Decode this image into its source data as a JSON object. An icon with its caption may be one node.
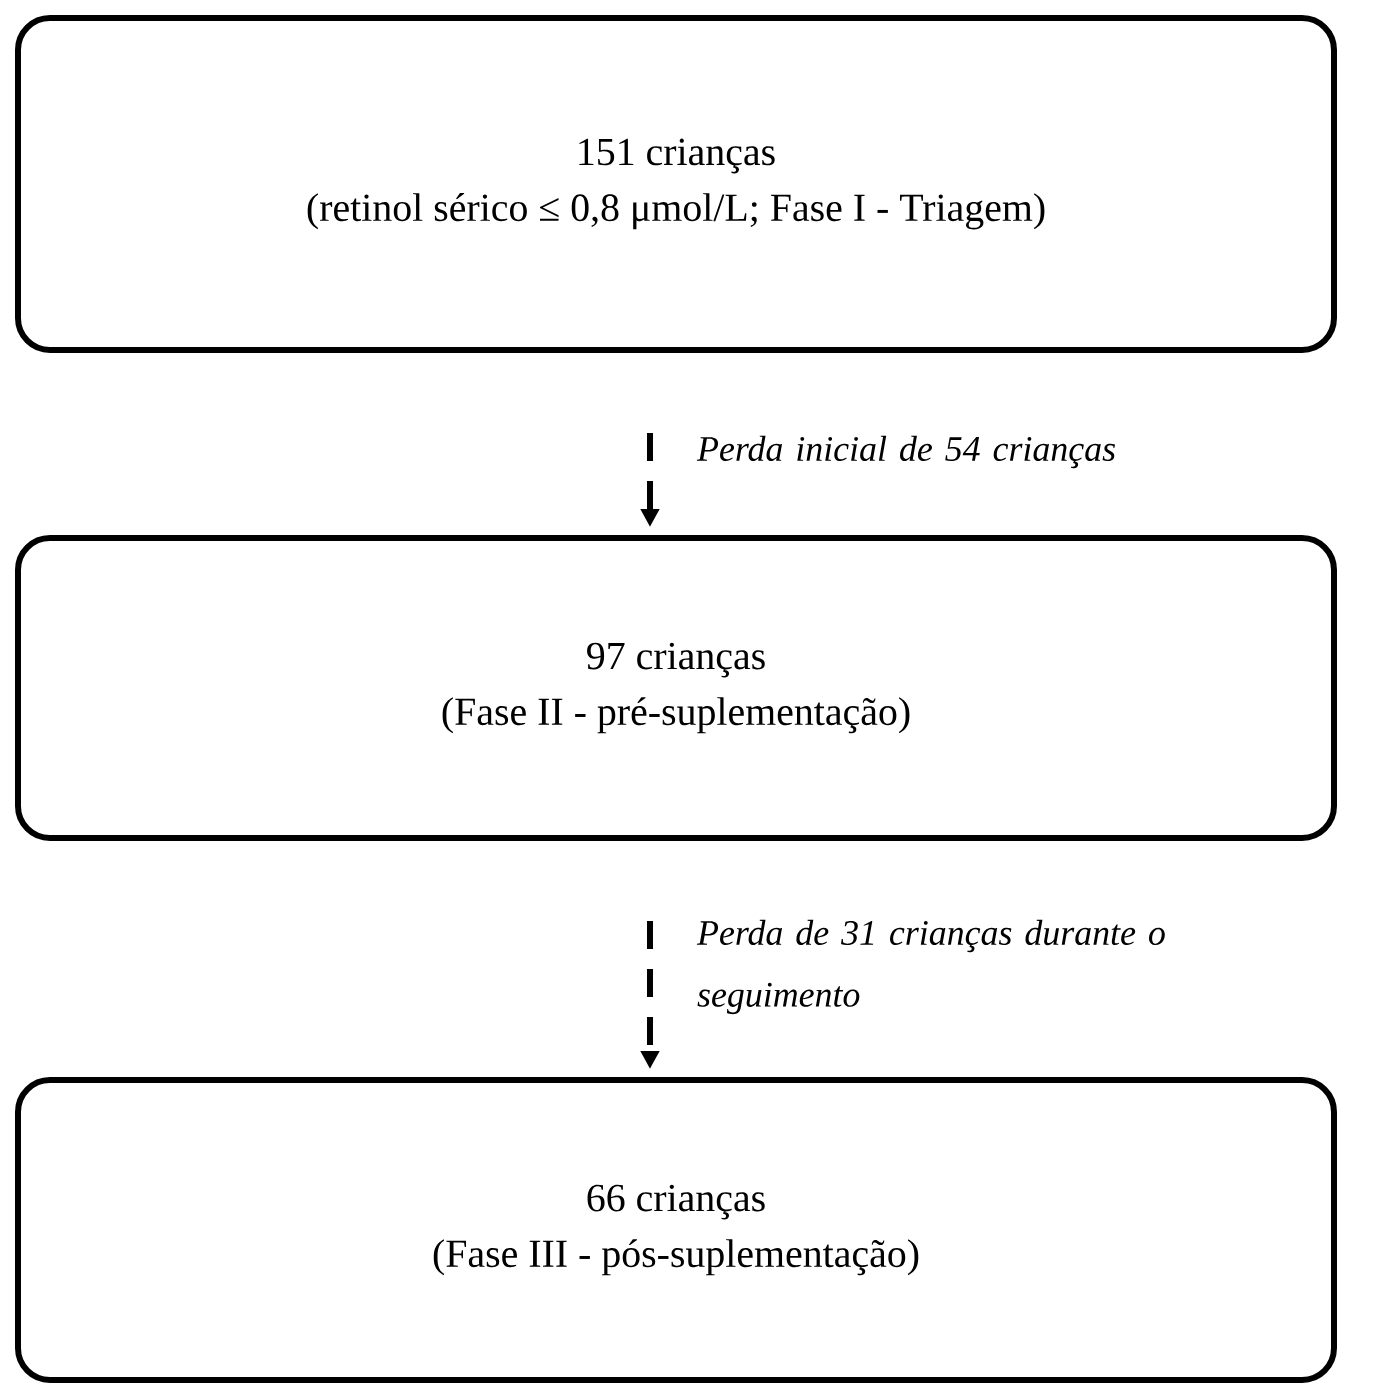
{
  "diagram": {
    "nodes": [
      {
        "text": [
          "151 crianças",
          "(retinol sérico ≤ 0,8 μmol/L; Fase I - Triagem)"
        ]
      },
      {
        "text": [
          "97 crianças",
          "(Fase II - pré-suplementação)"
        ]
      },
      {
        "text": [
          "66 crianças",
          "(Fase III - pós-suplementação)"
        ]
      }
    ],
    "edges": [
      {
        "from": 0,
        "to": 1,
        "arrow": "to",
        "style": "dashed",
        "label": "Perda inicial de 54 crianças"
      },
      {
        "from": 1,
        "to": 2,
        "arrow": "to",
        "style": "dashed",
        "label": "Perda de 31 crianças durante o seguimento"
      }
    ]
  }
}
